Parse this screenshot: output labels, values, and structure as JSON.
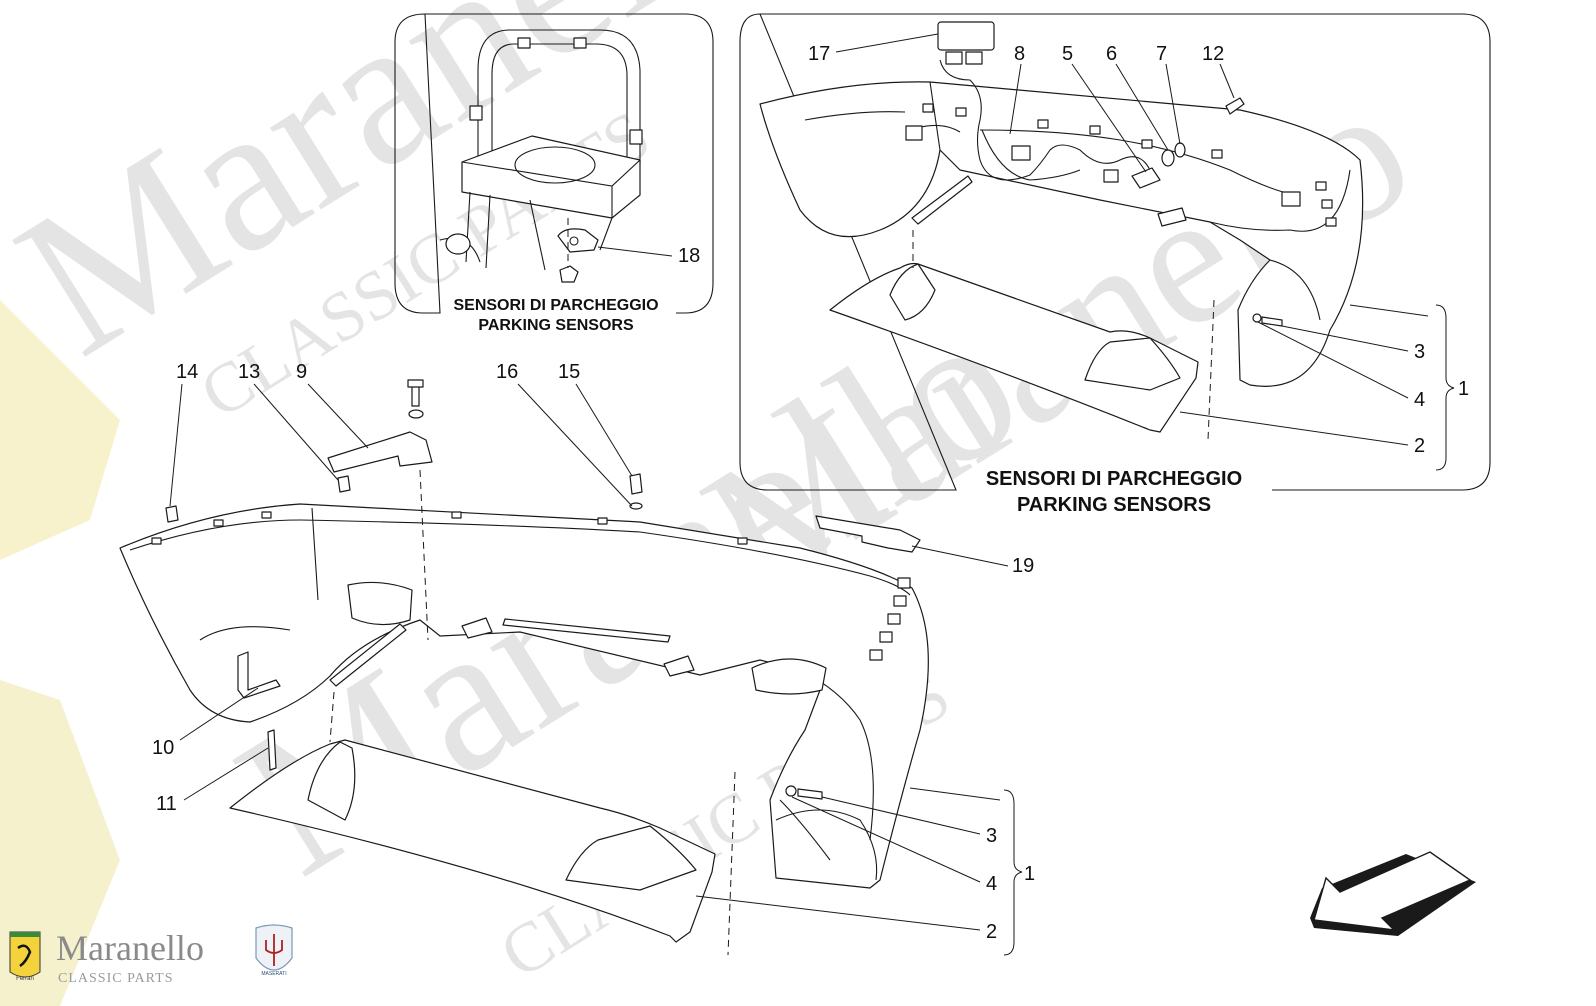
{
  "watermark": {
    "brand": "Maranello",
    "sub": "CLASSIC PARTS"
  },
  "logo": {
    "brand": "Maranello",
    "sub": "CLASSIC PARTS",
    "badge_left": "Ferrari",
    "badge_right": "MASERATI"
  },
  "insets": {
    "small": {
      "caption_line1": "SENSORI DI PARCHEGGIO",
      "caption_line2": "PARKING SENSORS"
    },
    "large": {
      "caption_line1": "SENSORI DI PARCHEGGIO",
      "caption_line2": "PARKING SENSORS"
    }
  },
  "callouts": {
    "c17": "17",
    "c8": "8",
    "c5": "5",
    "c6": "6",
    "c7": "7",
    "c12": "12",
    "c18": "18",
    "ci3": "3",
    "ci4": "4",
    "ci1": "1",
    "ci2": "2",
    "c14": "14",
    "c13": "13",
    "c9": "9",
    "c16": "16",
    "c15": "15",
    "c19": "19",
    "c10": "10",
    "c11": "11",
    "cm3": "3",
    "cm4": "4",
    "cm1": "1",
    "cm2": "2"
  },
  "colors": {
    "line": "#1a1a1a",
    "watermark": "#e4e4e4",
    "ferrari_yellow": "#f3e9a8"
  },
  "icons": {
    "direction": "direction-arrow-icon",
    "ferrari": "ferrari-badge-icon",
    "maserati": "maserati-trident-icon"
  }
}
